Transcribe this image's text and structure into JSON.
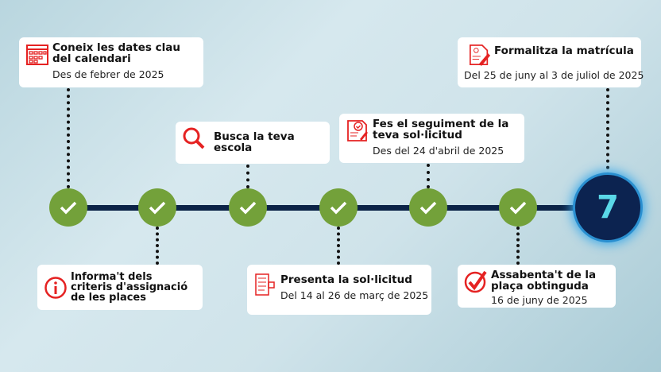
{
  "steps": [
    {
      "title": "Coneix les dates clau del calendari",
      "date": "Des de febrer de 2025",
      "icon": "calendar-icon"
    },
    {
      "title": "Informa't dels criteris d'assignació de les places",
      "date": "",
      "icon": "info-icon"
    },
    {
      "title": "Busca la teva escola",
      "date": "",
      "icon": "search-icon"
    },
    {
      "title": "Presenta la sol·licitud",
      "date": "Del 14 al 26 de març de 2025",
      "icon": "form-icon"
    },
    {
      "title": "Fes el seguiment de la teva sol·licitud",
      "date": "Des del 24 d'abril de 2025",
      "icon": "checklist-icon"
    },
    {
      "title": "Assabenta't de la plaça obtinguda",
      "date": "16 de juny de 2025",
      "icon": "checkmark-icon"
    },
    {
      "title": "Formalitza la matrícula",
      "date": "Del 25 de juny al 3 de juliol de 2025",
      "icon": "document-edit-icon"
    }
  ],
  "current_step": "7",
  "colors": {
    "done": "#73a13a",
    "line": "#0b2347",
    "current": "#0c2350",
    "number": "#5ad8e8",
    "icon": "#e52222"
  }
}
